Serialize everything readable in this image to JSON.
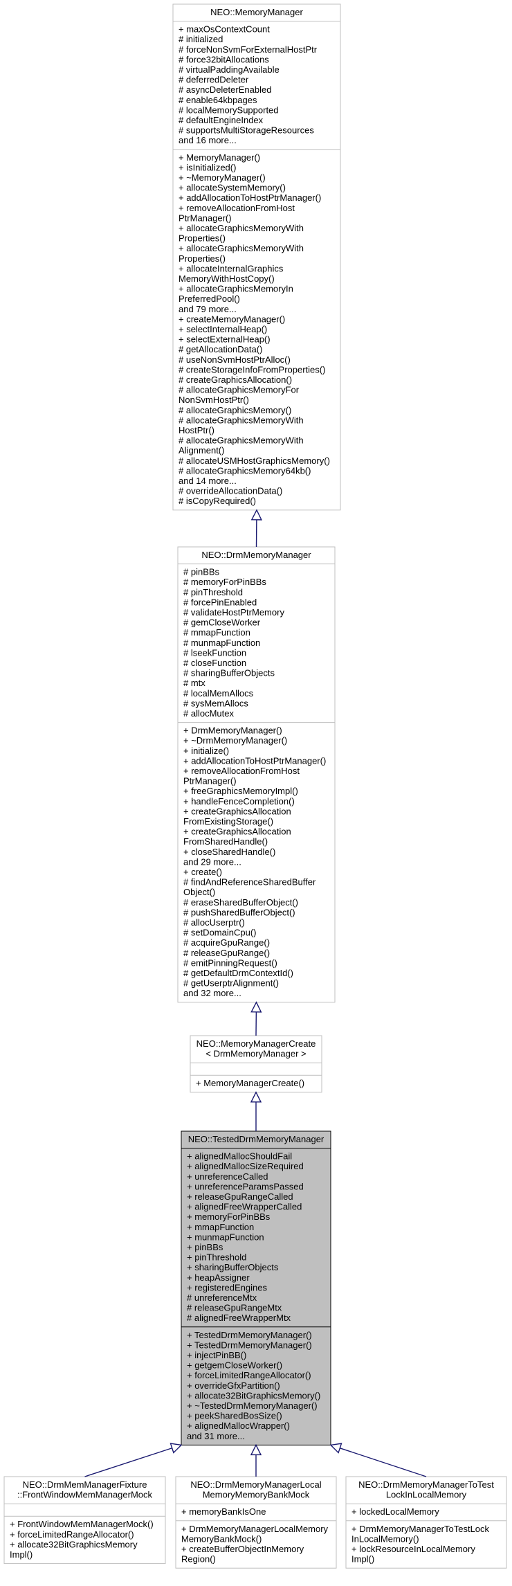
{
  "classes": [
    {
      "id": "mm",
      "title": [
        "NEO::MemoryManager"
      ],
      "attributes": [
        "+ maxOsContextCount",
        "# initialized",
        "# forceNonSvmForExternalHostPtr",
        "# force32bitAllocations",
        "# virtualPaddingAvailable",
        "# deferredDeleter",
        "# asyncDeleterEnabled",
        "# enable64kbpages",
        "# localMemorySupported",
        "# defaultEngineIndex",
        "# supportsMultiStorageResources",
        "and 16 more..."
      ],
      "methods": [
        "+ MemoryManager()",
        "+ isInitialized()",
        "+ ~MemoryManager()",
        "+ allocateSystemMemory()",
        "+ addAllocationToHostPtrManager()",
        "+ removeAllocationFromHost",
        "PtrManager()",
        "+ allocateGraphicsMemoryWith",
        "Properties()",
        "+ allocateGraphicsMemoryWith",
        "Properties()",
        "+ allocateInternalGraphics",
        "MemoryWithHostCopy()",
        "+ allocateGraphicsMemoryIn",
        "PreferredPool()",
        "and 79 more...",
        "+ createMemoryManager()",
        "+ selectInternalHeap()",
        "+ selectExternalHeap()",
        "# getAllocationData()",
        "# useNonSvmHostPtrAlloc()",
        "# createStorageInfoFromProperties()",
        "# createGraphicsAllocation()",
        "# allocateGraphicsMemoryFor",
        "NonSvmHostPtr()",
        "# allocateGraphicsMemory()",
        "# allocateGraphicsMemoryWith",
        "HostPtr()",
        "# allocateGraphicsMemoryWith",
        "Alignment()",
        "# allocateUSMHostGraphicsMemory()",
        "# allocateGraphicsMemory64kb()",
        "and 14 more...",
        "# overrideAllocationData()",
        "# isCopyRequired()"
      ]
    },
    {
      "id": "drm",
      "title": [
        "NEO::DrmMemoryManager"
      ],
      "attributes": [
        "# pinBBs",
        "# memoryForPinBBs",
        "# pinThreshold",
        "# forcePinEnabled",
        "# validateHostPtrMemory",
        "# gemCloseWorker",
        "# mmapFunction",
        "# munmapFunction",
        "# lseekFunction",
        "# closeFunction",
        "# sharingBufferObjects",
        "# mtx",
        "# localMemAllocs",
        "# sysMemAllocs",
        "# allocMutex"
      ],
      "methods": [
        "+ DrmMemoryManager()",
        "+ ~DrmMemoryManager()",
        "+ initialize()",
        "+ addAllocationToHostPtrManager()",
        "+ removeAllocationFromHost",
        "PtrManager()",
        "+ freeGraphicsMemoryImpl()",
        "+ handleFenceCompletion()",
        "+ createGraphicsAllocation",
        "FromExistingStorage()",
        "+ createGraphicsAllocation",
        "FromSharedHandle()",
        "+ closeSharedHandle()",
        "and 29 more...",
        "+ create()",
        "# findAndReferenceSharedBuffer",
        "Object()",
        "# eraseSharedBufferObject()",
        "# pushSharedBufferObject()",
        "# allocUserptr()",
        "# setDomainCpu()",
        "# acquireGpuRange()",
        "# releaseGpuRange()",
        "# emitPinningRequest()",
        "# getDefaultDrmContextId()",
        "# getUserptrAlignment()",
        "and 32 more..."
      ]
    },
    {
      "id": "create",
      "title": [
        "NEO::MemoryManagerCreate",
        "< DrmMemoryManager >"
      ],
      "attributes": [],
      "methods": [
        "+ MemoryManagerCreate()"
      ]
    },
    {
      "id": "tested",
      "title": [
        "NEO::TestedDrmMemoryManager"
      ],
      "attributes": [
        "+ alignedMallocShouldFail",
        "+ alignedMallocSizeRequired",
        "+ unreferenceCalled",
        "+ unreferenceParamsPassed",
        "+ releaseGpuRangeCalled",
        "+ alignedFreeWrapperCalled",
        "+ memoryForPinBBs",
        "+ mmapFunction",
        "+ munmapFunction",
        "+ pinBBs",
        "+ pinThreshold",
        "+ sharingBufferObjects",
        "+ heapAssigner",
        "+ registeredEngines",
        "# unreferenceMtx",
        "# releaseGpuRangeMtx",
        "# alignedFreeWrapperMtx"
      ],
      "methods": [
        "+ TestedDrmMemoryManager()",
        "+ TestedDrmMemoryManager()",
        "+ injectPinBB()",
        "+ getgemCloseWorker()",
        "+ forceLimitedRangeAllocator()",
        "+ overrideGfxPartition()",
        "+ allocate32BitGraphicsMemory()",
        "+ ~TestedDrmMemoryManager()",
        "+ peekSharedBosSize()",
        "+ alignedMallocWrapper()",
        "and 31 more..."
      ]
    },
    {
      "id": "fixture",
      "title": [
        "NEO::DrmMemManagerFixture",
        "::FrontWindowMemManagerMock"
      ],
      "attributes": [],
      "methods": [
        "+ FrontWindowMemManagerMock()",
        "+ forceLimitedRangeAllocator()",
        "+ allocate32BitGraphicsMemory",
        "Impl()"
      ]
    },
    {
      "id": "localbank",
      "title": [
        "NEO::DrmMemoryManagerLocal",
        "MemoryMemoryBankMock"
      ],
      "attributes": [
        "+ memoryBankIsOne"
      ],
      "methods": [
        "+ DrmMemoryManagerLocalMemory",
        "MemoryBankMock()",
        "+ createBufferObjectInMemory",
        "Region()"
      ]
    },
    {
      "id": "testlock",
      "title": [
        "NEO::DrmMemoryManagerToTest",
        "LockInLocalMemory"
      ],
      "attributes": [
        "+ lockedLocalMemory"
      ],
      "methods": [
        "+ DrmMemoryManagerToTestLock",
        "InLocalMemory()",
        "+ lockResourceInLocalMemory",
        "Impl()"
      ]
    }
  ]
}
